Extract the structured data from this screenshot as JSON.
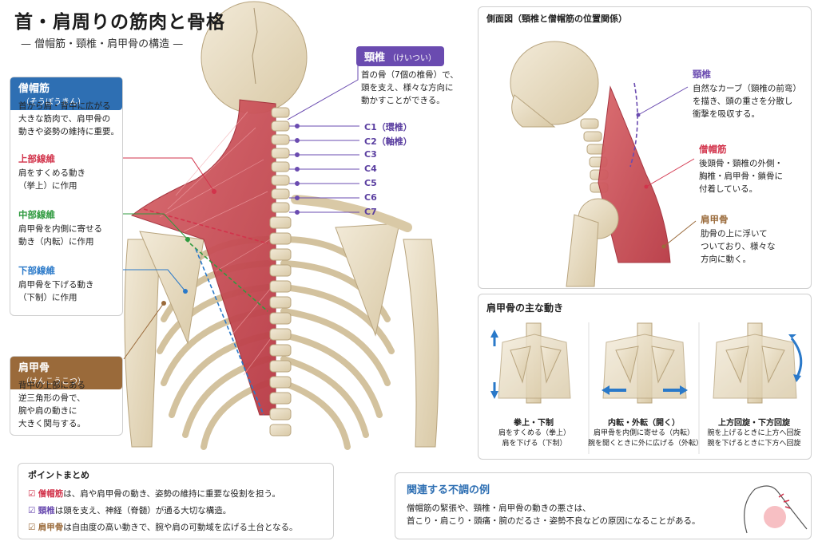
{
  "title": "首・肩周りの筋肉と骨格",
  "subtitle": "— 僧帽筋・頸椎・肩甲骨の構造 —",
  "trapezius": {
    "header": "僧帽筋",
    "reading": "（そうぼうきん）",
    "desc": [
      "首から肩・背中に広がる",
      "大きな筋肉で、肩甲骨の",
      "動きや姿勢の維持に重要。"
    ],
    "upper_label": "上部線維",
    "upper_desc": [
      "肩をすくめる動き",
      "（挙上）に作用"
    ],
    "middle_label": "中部線維",
    "middle_desc": [
      "肩甲骨を内側に寄せる",
      "動き（内転）に作用"
    ],
    "lower_label": "下部線維",
    "lower_desc": [
      "肩甲骨を下げる動き",
      "（下制）に作用"
    ]
  },
  "scapula": {
    "header": "肩甲骨",
    "reading": "（けんこうこつ）",
    "desc": [
      "背中の上部にある",
      "逆三角形の骨で、",
      "腕や肩の動きに",
      "大きく関与する。"
    ]
  },
  "cervical": {
    "header": "頸椎",
    "reading": "（けいつい）",
    "desc": [
      "首の骨（7個の椎骨）で、",
      "頭を支え、様々な方向に",
      "動かすことができる。"
    ],
    "vertebrae": [
      "C1（環椎）",
      "C2（軸椎）",
      "C3",
      "C4",
      "C5",
      "C6",
      "C7"
    ]
  },
  "side_view": {
    "header": "側面図（頸椎と僧帽筋の位置関係）",
    "cervical_label": "頸椎",
    "cervical_desc": [
      "自然なカーブ（頸椎の前弯）",
      "を描き、頭の重さを分散し",
      "衝撃を吸収する。"
    ],
    "trapezius_label": "僧帽筋",
    "trapezius_desc": [
      "後頭骨・頸椎の外側・",
      "胸椎・肩甲骨・鎖骨に",
      "付着している。"
    ],
    "scapula_label": "肩甲骨",
    "scapula_desc": [
      "肋骨の上に浮いて",
      "ついており、様々な",
      "方向に動く。"
    ]
  },
  "movements": {
    "header": "肩甲骨の主な動き",
    "items": [
      {
        "caption": "拳上・下制",
        "desc": [
          "肩をすくめる（拳上）",
          "肩を下げる（下制）"
        ]
      },
      {
        "caption": "内転・外転（開く）",
        "desc": [
          "肩甲骨を内側に寄せる（内転）",
          "腕を開くときに外に広げる（外転）"
        ]
      },
      {
        "caption": "上方回旋・下方回旋",
        "desc": [
          "腕を上げるときに上方へ回旋",
          "腕を下げるときに下方へ回旋"
        ]
      }
    ]
  },
  "summary": {
    "header": "ポイントまとめ",
    "points": [
      {
        "term": "僧帽筋",
        "rest": "は、肩や肩甲骨の動き、姿勢の維持に重要な役割を担う。"
      },
      {
        "term": "頸椎",
        "rest": "は頭を支え、神経（脊髄）が通る大切な構造。"
      },
      {
        "term": "肩甲骨",
        "rest": "は自由度の高い動きで、腕や肩の可動域を広げる土台となる。"
      }
    ]
  },
  "related": {
    "header": "関連する不調の例",
    "desc": [
      "僧帽筋の緊張や、頸椎・肩甲骨の動きの悪さは、",
      "首こり・肩こり・頭痛・腕のだるさ・姿勢不良などの原因になることがある。"
    ]
  },
  "colors": {
    "trapezius_blue": "#2e6fb3",
    "scapula_brown": "#9a6a3a",
    "cervical_purple": "#6a4bb0",
    "upper_red": "#d2334b",
    "middle_green": "#2f9a3f",
    "lower_blue": "#2a79c9",
    "muscle": "#c9484f",
    "bone": "#e8dcc4"
  }
}
